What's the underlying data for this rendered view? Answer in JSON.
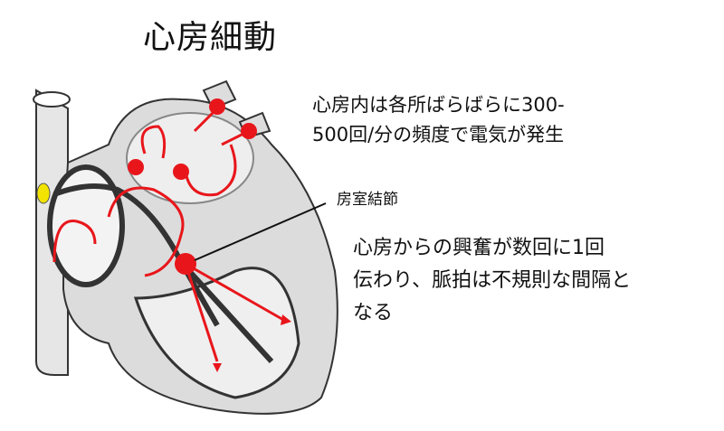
{
  "title": "心房細動",
  "annotations": {
    "atrial_text": {
      "line1": "心房内は各所ばらばらに300-",
      "line2": "500回/分の頻度で電気が発生"
    },
    "av_node_label": "房室結節",
    "conduction_text": {
      "line1": "心房からの興奮が数回に1回",
      "line2": "伝わり、脈拍は不規則な間隔と",
      "line3": "なる"
    }
  },
  "colors": {
    "arrow": "#e8161b",
    "sa_node": "#f2e400",
    "pathway": "#333333",
    "heart_fill": "#dcdcdc"
  }
}
